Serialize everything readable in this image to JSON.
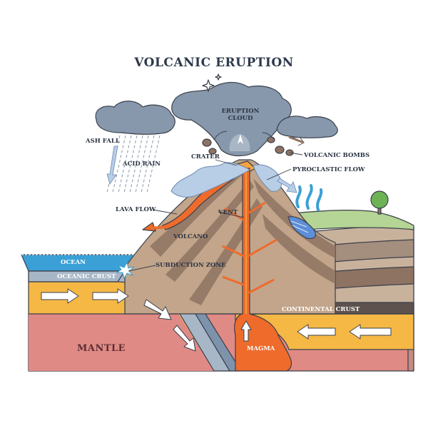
{
  "title": "VOLCANIC ERUPTION",
  "labels": {
    "eruption_cloud_1": "ERUPTION",
    "eruption_cloud_2": "CLOUD",
    "ash_fall": "ASH FALL",
    "acid_rain": "ACID RAIN",
    "crater": "CRATER",
    "volcanic_bombs": "VOLCANIC BOMBS",
    "pyroclastic_flow": "PYROCLASTIC FLOW",
    "lava_flow": "LAVA FLOW",
    "vent": "VENT",
    "volcano": "VOLCANO",
    "ocean": "OCEAN",
    "oceanic_crust": "OCEANIC CRUST",
    "subduction_zone": "SUBDUCTION ZONE",
    "continental_crust": "CONTINENTAL CRUST",
    "mantle": "MANTLE",
    "magma": "MAGMA"
  },
  "colors": {
    "mantle": "#e08a86",
    "asthenosphere": "#f6b845",
    "oceanic_crust": "#a7b7c7",
    "ocean": "#3aa0d6",
    "continental_crust": "#7c6d62",
    "volcano_light": "#c2a58a",
    "volcano_dark": "#8e7362",
    "grass": "#b4d595",
    "magma": "#ee6b2c",
    "cloud": "#8798ac"
  }
}
